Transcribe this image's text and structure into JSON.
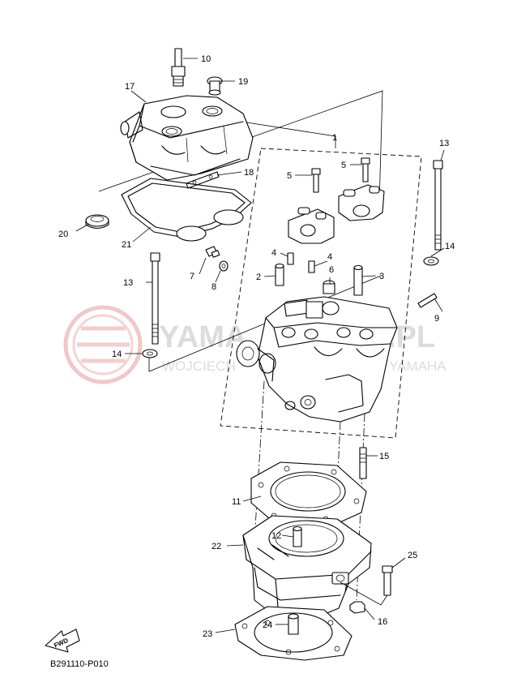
{
  "diagram": {
    "code": "B291110-P010",
    "fwd_label": "FWD",
    "watermark": {
      "line1_left": "YAMA",
      "line1_right": ".PL",
      "line2_left": "WOJCIECH",
      "line2_right": "ER YAMAHA",
      "logo_color": "#e8b4b4",
      "text_color": "#d9d9d9"
    },
    "callouts": {
      "c1": "1",
      "c2": "2",
      "c3": "3",
      "c4a": "4",
      "c4b": "4",
      "c5a": "5",
      "c5b": "5",
      "c6": "6",
      "c7": "7",
      "c8": "8",
      "c9": "9",
      "c10": "10",
      "c11": "11",
      "c12": "12",
      "c13a": "13",
      "c13b": "13",
      "c14a": "14",
      "c14b": "14",
      "c15": "15",
      "c16": "16",
      "c17": "17",
      "c18": "18",
      "c19": "19",
      "c20": "20",
      "c21": "21",
      "c22": "22",
      "c23": "23",
      "c24": "24",
      "c25": "25"
    }
  }
}
